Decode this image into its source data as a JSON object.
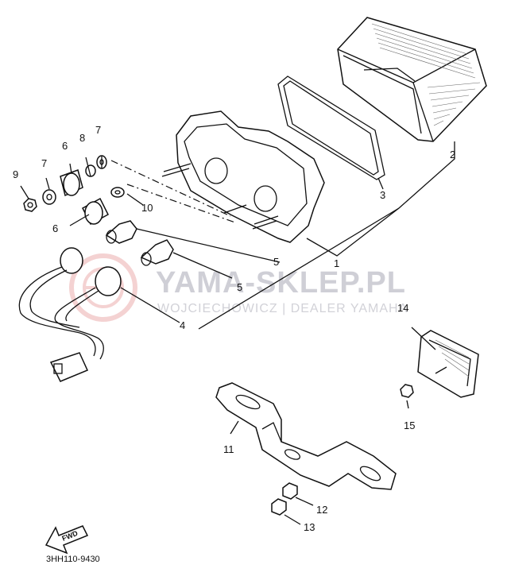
{
  "parts": [
    {
      "ref": "1"
    },
    {
      "ref": "2"
    },
    {
      "ref": "3"
    },
    {
      "ref": "4"
    },
    {
      "ref": "5"
    },
    {
      "ref": "5"
    },
    {
      "ref": "6"
    },
    {
      "ref": "6"
    },
    {
      "ref": "7"
    },
    {
      "ref": "7"
    },
    {
      "ref": "8"
    },
    {
      "ref": "9"
    },
    {
      "ref": "10"
    },
    {
      "ref": "11"
    },
    {
      "ref": "12"
    },
    {
      "ref": "13"
    },
    {
      "ref": "14"
    },
    {
      "ref": "15"
    }
  ],
  "diagram_code": "3HH110-9430",
  "direction_label": "FWD",
  "watermark": {
    "title": "YAMA-SKLEP.PL",
    "subtitle": "WOJCIECHOWICZ | DEALER YAMAHA"
  }
}
